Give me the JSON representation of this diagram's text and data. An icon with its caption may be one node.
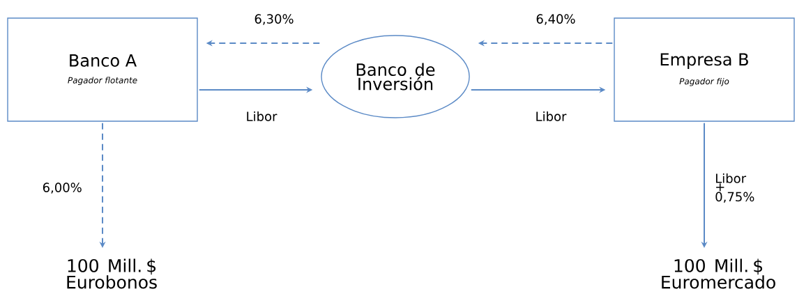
{
  "diagram": {
    "nodes": [
      {
        "text": [
          "Banco A",
          "Pagador flotante"
        ]
      },
      {
        "text": [
          "Banco de Inversión"
        ]
      },
      {
        "text": [
          "Empresa B",
          "Pagador fijo"
        ]
      },
      {
        "text": [
          "100 Mill. $ Eurobonos"
        ]
      },
      {
        "text": [
          "100 Mill. $ Euromercado"
        ]
      }
    ],
    "edges": [
      {
        "from": 1,
        "to": 0,
        "arrow": "to",
        "label": "6,30%",
        "style": "dashed"
      },
      {
        "from": 2,
        "to": 1,
        "arrow": "to",
        "label": "6,40%",
        "style": "dashed"
      },
      {
        "from": 0,
        "to": 1,
        "arrow": "to",
        "label": "Libor"
      },
      {
        "from": 1,
        "to": 2,
        "arrow": "to",
        "label": "Libor"
      },
      {
        "from": 0,
        "to": 3,
        "arrow": "to",
        "label": "6,00%",
        "style": "dashed"
      },
      {
        "from": 2,
        "to": 4,
        "arrow": "to",
        "label": "Libor + 0,75%"
      }
    ]
  }
}
